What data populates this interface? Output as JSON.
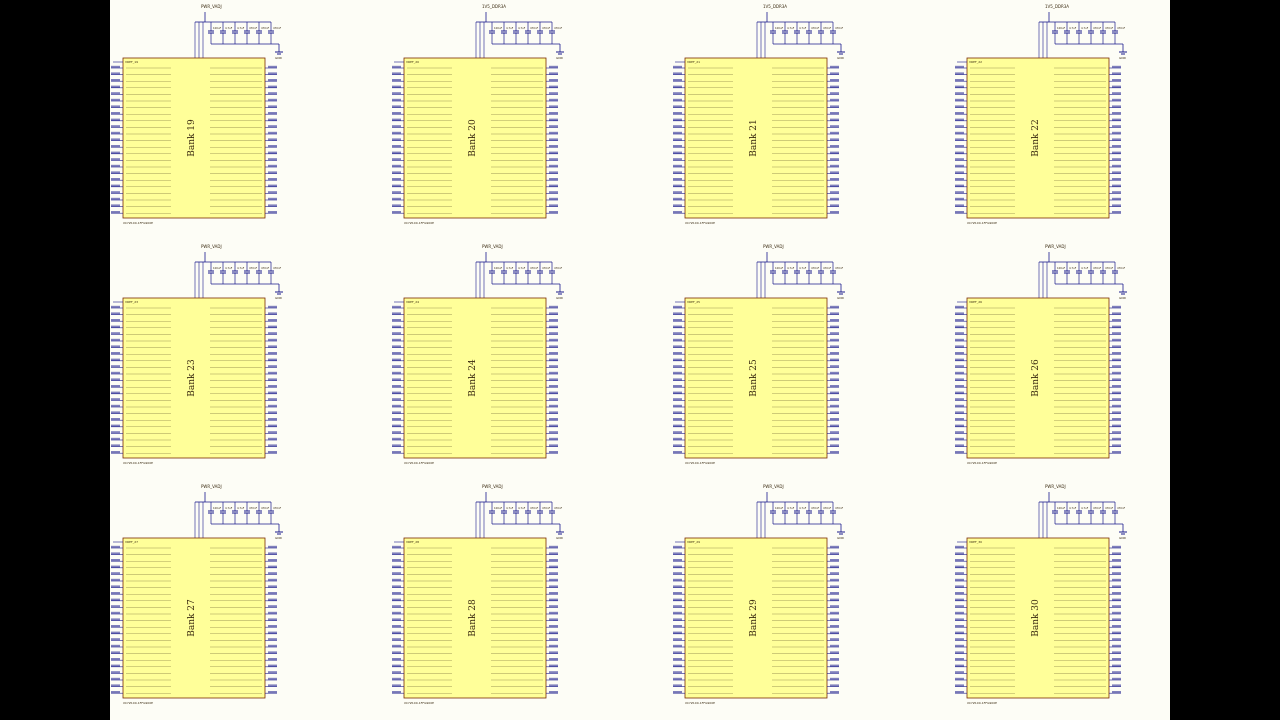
{
  "sheet": {
    "background": "#fdfdf6",
    "wire_color": "#1a1a8c",
    "block_fill": "#ffff99",
    "block_stroke": "#7a2a00",
    "text_color": "#3a2a10"
  },
  "banks": [
    {
      "title": "Bank 19",
      "rail": "PWR_VADJ",
      "suffix": "19",
      "part": "XC7Z100-1FFG900E"
    },
    {
      "title": "Bank 20",
      "rail": "1V5_DDR3A",
      "suffix": "20",
      "part": "XC7Z100-1FFG900E"
    },
    {
      "title": "Bank 21",
      "rail": "1V5_DDR3A",
      "suffix": "21",
      "part": "XC7Z100-1FFG900E"
    },
    {
      "title": "Bank 22",
      "rail": "1V5_DDR3A",
      "suffix": "22",
      "part": "XC7Z100-1FFG900E"
    },
    {
      "title": "Bank 23",
      "rail": "PWR_VADJ",
      "suffix": "23",
      "part": "XC7Z100-1FFG900E"
    },
    {
      "title": "Bank 24",
      "rail": "PWR_VADJ",
      "suffix": "24",
      "part": "XC7Z100-1FFG900E"
    },
    {
      "title": "Bank 25",
      "rail": "PWR_VADJ",
      "suffix": "25",
      "part": "XC7Z100-1FFG900E"
    },
    {
      "title": "Bank 26",
      "rail": "PWR_VADJ",
      "suffix": "26",
      "part": "XC7Z100-1FFG900E"
    },
    {
      "title": "Bank 27",
      "rail": "PWR_VADJ",
      "suffix": "27",
      "part": "XC7Z100-1FFG900E"
    },
    {
      "title": "Bank 28",
      "rail": "PWR_VADJ",
      "suffix": "28",
      "part": "XC7Z100-1FFG900E"
    },
    {
      "title": "Bank 29",
      "rail": "PWR_VADJ",
      "suffix": "29",
      "part": "XC7Z100-1FFG900E"
    },
    {
      "title": "Bank 30",
      "rail": "PWR_VADJ",
      "suffix": "30",
      "part": "XC7Z100-1FFG900E"
    }
  ],
  "cap_values": [
    "100uF",
    "4.7uF",
    "4.7uF",
    "470nF",
    "470nF",
    "470nF"
  ],
  "gnd_label": "GND",
  "vref_label": "VREF"
}
